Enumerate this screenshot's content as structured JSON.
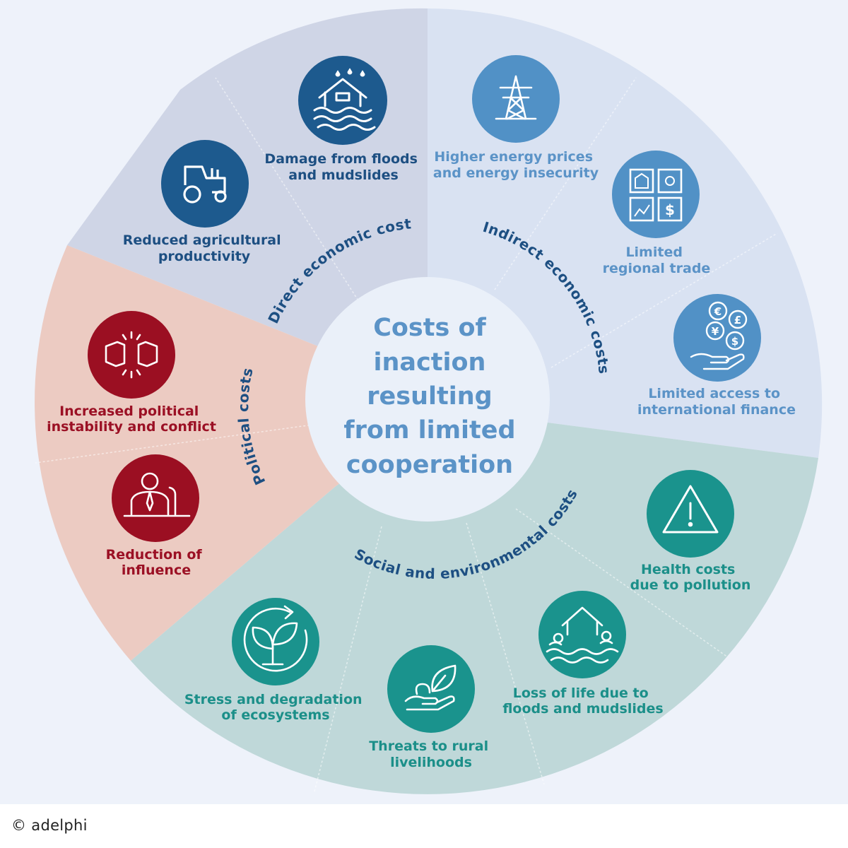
{
  "center": {
    "lines": [
      "Costs of",
      "inaction",
      "resulting",
      "from limited",
      "cooperation"
    ]
  },
  "categories": {
    "direct": "Direct economic costs",
    "indirect": "Indirect economic costs",
    "political": "Political costs",
    "social": "Social and environmental costs"
  },
  "items": {
    "floods_damage": [
      "Damage from floods",
      "and mudslides"
    ],
    "agriculture": [
      "Reduced agricultural",
      "productivity"
    ],
    "energy": [
      "Higher energy prices",
      "and energy insecurity"
    ],
    "trade": [
      "Limited",
      "regional trade"
    ],
    "finance": [
      "Limited access to",
      "international finance"
    ],
    "health": [
      "Health costs",
      "due to pollution"
    ],
    "loss_of_life": [
      "Loss of life due to",
      "floods and mudslides"
    ],
    "rural": [
      "Threats to rural",
      "livelihoods"
    ],
    "ecosystems": [
      "Stress and degradation",
      "of ecosystems"
    ],
    "instability": [
      "Increased political",
      "instability and conflict"
    ],
    "influence": [
      "Reduction of",
      "influence"
    ]
  },
  "icons": {
    "floods_damage": "flooded-house-icon",
    "agriculture": "tractor-icon",
    "energy": "power-pylon-icon",
    "trade": "trade-grid-icon",
    "finance": "currency-hand-icon",
    "health": "warning-triangle-icon",
    "loss_of_life": "flood-people-icon",
    "rural": "hand-leaf-icon",
    "ecosystems": "plant-cycle-icon",
    "instability": "clashing-fists-icon",
    "influence": "speaker-podium-icon"
  },
  "credit": "© adelphi",
  "colors": {
    "direct_bg": "#cfd5e6",
    "direct_icon": "#1d5a8e",
    "direct_text": "#1d4f82",
    "indirect_bg": "#d9e2f2",
    "indirect_icon": "#5191c6",
    "indirect_text": "#5b93c7",
    "political_bg": "#eccbc2",
    "political_icon": "#9b0f22",
    "political_text": "#9b1024",
    "social_bg": "#bfd8d9",
    "social_icon": "#1a938d",
    "social_text": "#1b8f89",
    "category_text": "#1d4f82",
    "center_bg": "#eaf0f9",
    "center_text": "#5b93c7"
  }
}
